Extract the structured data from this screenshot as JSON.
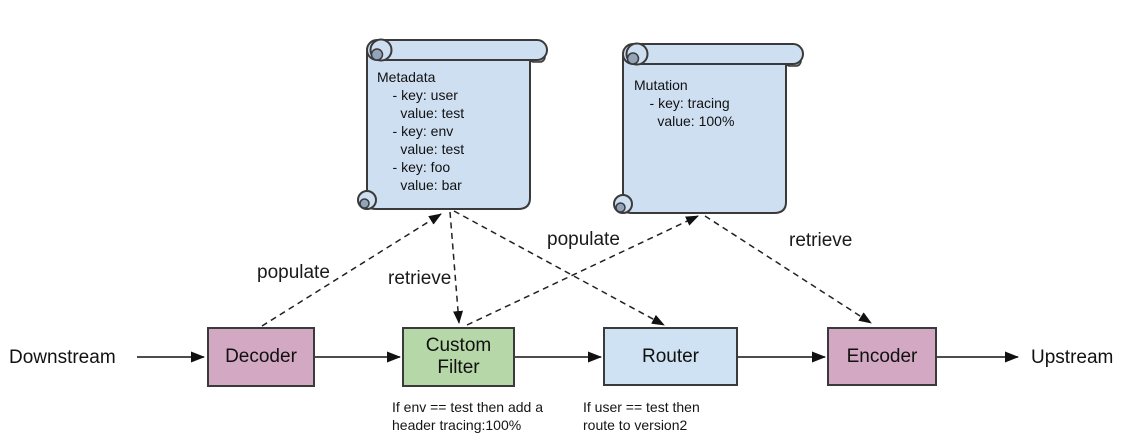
{
  "diagram": {
    "endpoints": {
      "left": "Downstream",
      "right": "Upstream"
    },
    "nodes": {
      "decoder": {
        "label": "Decoder"
      },
      "custom_filter": {
        "label": "Custom\nFilter",
        "caption": "If env == test then add a\nheader tracing:100%"
      },
      "router": {
        "label": "Router",
        "caption": "If user == test then\nroute to version2"
      },
      "encoder": {
        "label": "Encoder"
      }
    },
    "scrolls": {
      "metadata": {
        "text": "Metadata\n    - key: user\n      value: test\n    - key: env\n      value: test\n    - key: foo\n      value: bar"
      },
      "mutation": {
        "text": "Mutation\n    - key: tracing\n      value: 100%"
      }
    },
    "edge_labels": {
      "populate_decoder_to_metadata": "populate",
      "retrieve_metadata_to_custom_filter": "retrieve",
      "populate_custom_filter_to_mutation": "populate",
      "retrieve_mutation_to_encoder": "retrieve"
    },
    "colors": {
      "decoder_fill": "#d3a8c2",
      "custom_filter_fill": "#b6d7a8",
      "router_fill": "#cfe2f3",
      "encoder_fill": "#d3a8c2",
      "scroll_fill": "#cfdff2",
      "scroll_shade": "#93a4ba",
      "stroke": "#3a3a3a",
      "background": "#ffffff"
    }
  }
}
